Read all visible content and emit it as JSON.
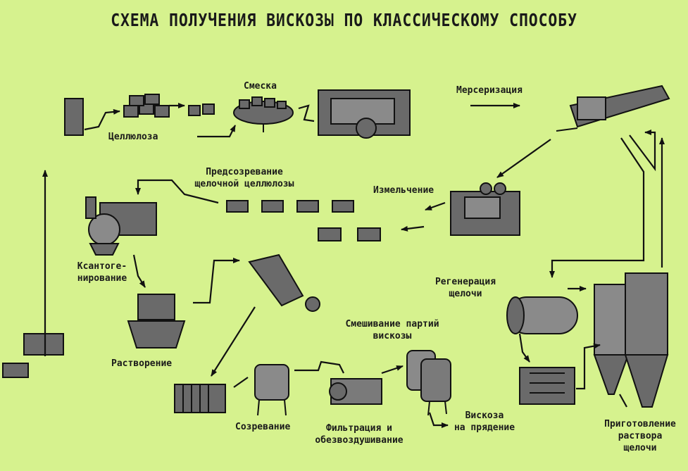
{
  "title": "СХЕМА ПОЛУЧЕНИЯ ВИСКОЗЫ ПО КЛАССИЧЕСКОМУ СПОСОБУ",
  "labels": {
    "cellulose": "Целлюлоза",
    "mixing": "Смеска",
    "mercerization": "Мерсеризация",
    "pre_ripening_1": "Предсозревание",
    "pre_ripening_2": "щелочной целлюлозы",
    "grinding": "Измельчение",
    "xanthation_1": "Ксантоге-",
    "xanthation_2": "нирование",
    "dissolution": "Растворение",
    "alkali_regeneration_1": "Регенерация",
    "alkali_regeneration_2": "щелочи",
    "batch_mixing_1": "Смешивание партий",
    "batch_mixing_2": "вискозы",
    "ripening": "Созревание",
    "filtration_1": "Фильтрация и",
    "filtration_2": "обезвоздушивание",
    "viscose_1": "Вискоза",
    "viscose_2": "на прядение",
    "alkali_prep_1": "Приготовление",
    "alkali_prep_2": "раствора",
    "alkali_prep_3": "щелочи"
  }
}
